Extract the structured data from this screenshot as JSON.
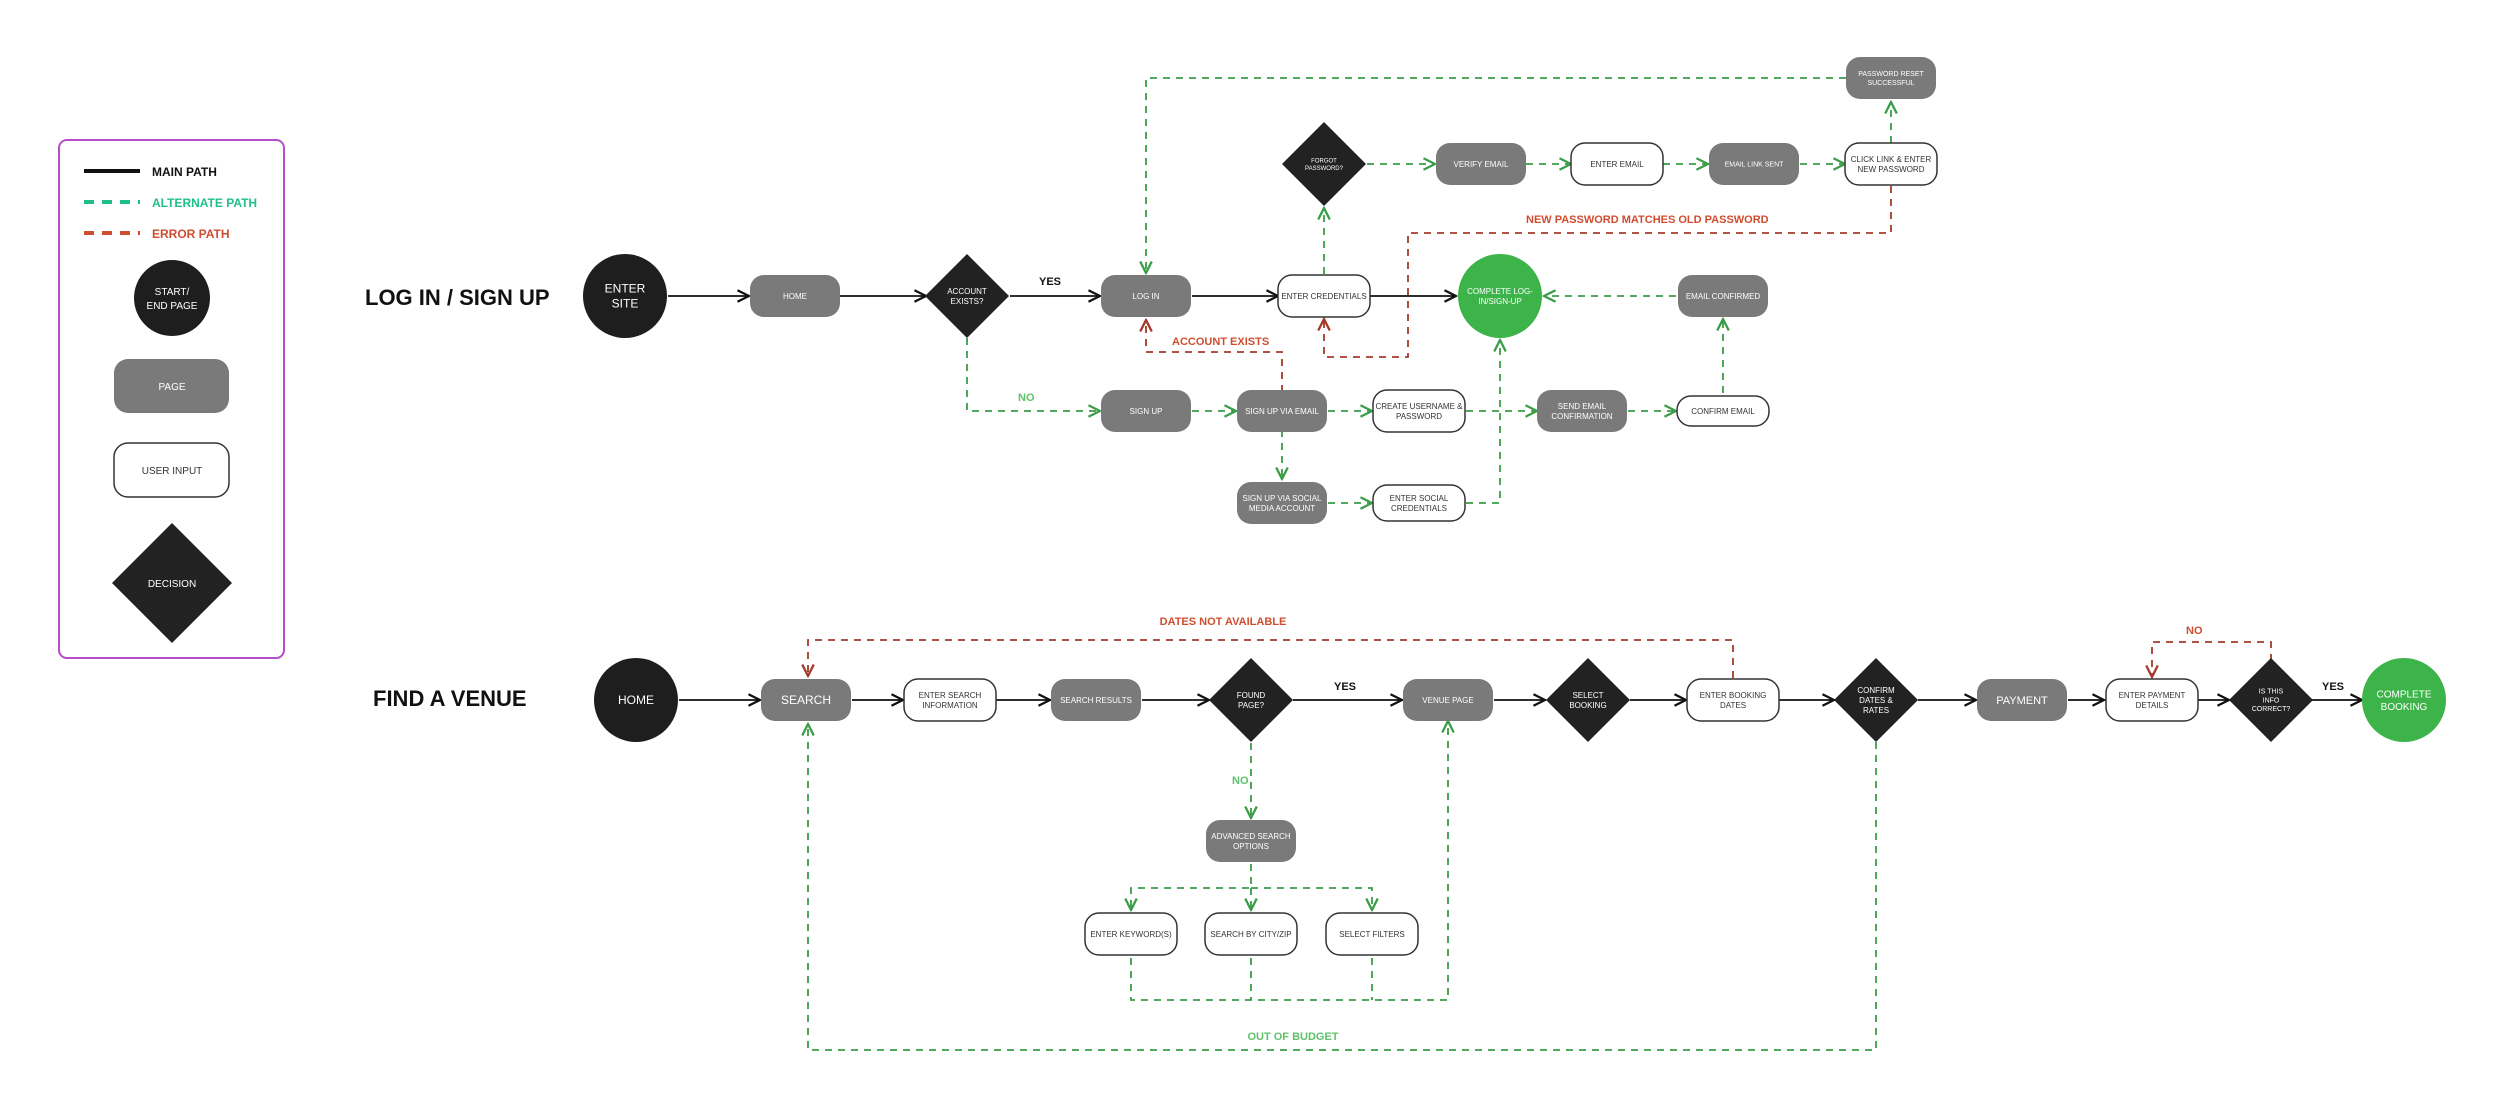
{
  "colors": {
    "main": "#111111",
    "alternate": "#3a9d47",
    "alternate_legend": "#1fbf8c",
    "error": "#a53a2a",
    "error_label": "#cf4d2e",
    "page_fill": "#7a7a7a",
    "decision_fill": "#222222",
    "start_fill": "#1e1e1e",
    "complete_fill": "#3cb449",
    "legend_border": "#b64ec9"
  },
  "legend": {
    "main_path": "MAIN PATH",
    "alternate_path": "ALTERNATE PATH",
    "error_path": "ERROR PATH",
    "start_end": [
      "START/",
      "END PAGE"
    ],
    "page": "PAGE",
    "user_input": "USER INPUT",
    "decision": "DECISION"
  },
  "sections": {
    "login": "LOG IN / SIGN UP",
    "venue": "FIND A VENUE"
  },
  "nodes": {
    "enter_site": [
      "ENTER",
      "SITE"
    ],
    "home_login": [
      "HOME"
    ],
    "account_exists": [
      "ACCOUNT",
      "EXISTS?"
    ],
    "log_in": [
      "LOG IN"
    ],
    "enter_credentials": [
      "ENTER CREDENTIALS"
    ],
    "forgot_password": [
      "FORGOT",
      "PASSWORD?"
    ],
    "verify_email": [
      "VERIFY EMAIL"
    ],
    "enter_email": [
      "ENTER EMAIL"
    ],
    "email_link_sent": [
      "EMAIL LINK SENT"
    ],
    "click_link": [
      "CLICK LINK & ENTER",
      "NEW PASSWORD"
    ],
    "password_reset": [
      "PASSWORD RESET",
      "SUCCESSFUL"
    ],
    "complete_login": [
      "COMPLETE LOG-",
      "IN/SIGN-UP"
    ],
    "email_confirmed": [
      "EMAIL CONFIRMED"
    ],
    "sign_up": [
      "SIGN UP"
    ],
    "sign_up_email": [
      "SIGN UP VIA EMAIL"
    ],
    "create_username": [
      "CREATE USERNAME &",
      "PASSWORD"
    ],
    "send_email_confirmation": [
      "SEND EMAIL",
      "CONFIRMATION"
    ],
    "confirm_email": [
      "CONFIRM EMAIL"
    ],
    "sign_up_social": [
      "SIGN UP VIA SOCIAL",
      "MEDIA ACCOUNT"
    ],
    "enter_social": [
      "ENTER SOCIAL",
      "CREDENTIALS"
    ],
    "home_venue": [
      "HOME"
    ],
    "search": [
      "SEARCH"
    ],
    "enter_search_info": [
      "ENTER SEARCH",
      "INFORMATION"
    ],
    "search_results": [
      "SEARCH RESULTS"
    ],
    "found_page": [
      "FOUND",
      "PAGE?"
    ],
    "venue_page": [
      "VENUE PAGE"
    ],
    "select_booking": [
      "SELECT",
      "BOOKING"
    ],
    "enter_booking_dates": [
      "ENTER BOOKING",
      "DATES"
    ],
    "confirm_dates": [
      "CONFIRM",
      "DATES &",
      "RATES"
    ],
    "payment": [
      "PAYMENT"
    ],
    "enter_payment": [
      "ENTER PAYMENT",
      "DETAILS"
    ],
    "info_correct": [
      "IS THIS",
      "INFO",
      "CORRECT?"
    ],
    "complete_booking": [
      "COMPLETE",
      "BOOKING"
    ],
    "advanced_search": [
      "ADVANCED SEARCH",
      "OPTIONS"
    ],
    "enter_keywords": [
      "ENTER KEYWORD(S)"
    ],
    "search_city": [
      "SEARCH BY CITY/ZIP"
    ],
    "select_filters": [
      "SELECT FILTERS"
    ]
  },
  "edge_labels": {
    "yes_account": "YES",
    "no_account": "NO",
    "account_exists_error": "ACCOUNT EXISTS",
    "new_password_error": "NEW PASSWORD MATCHES OLD PASSWORD",
    "dates_not_available": "DATES NOT AVAILABLE",
    "yes_found": "YES",
    "no_found": "NO",
    "no_info": "NO",
    "yes_info": "YES",
    "out_of_budget": "OUT OF BUDGET"
  }
}
